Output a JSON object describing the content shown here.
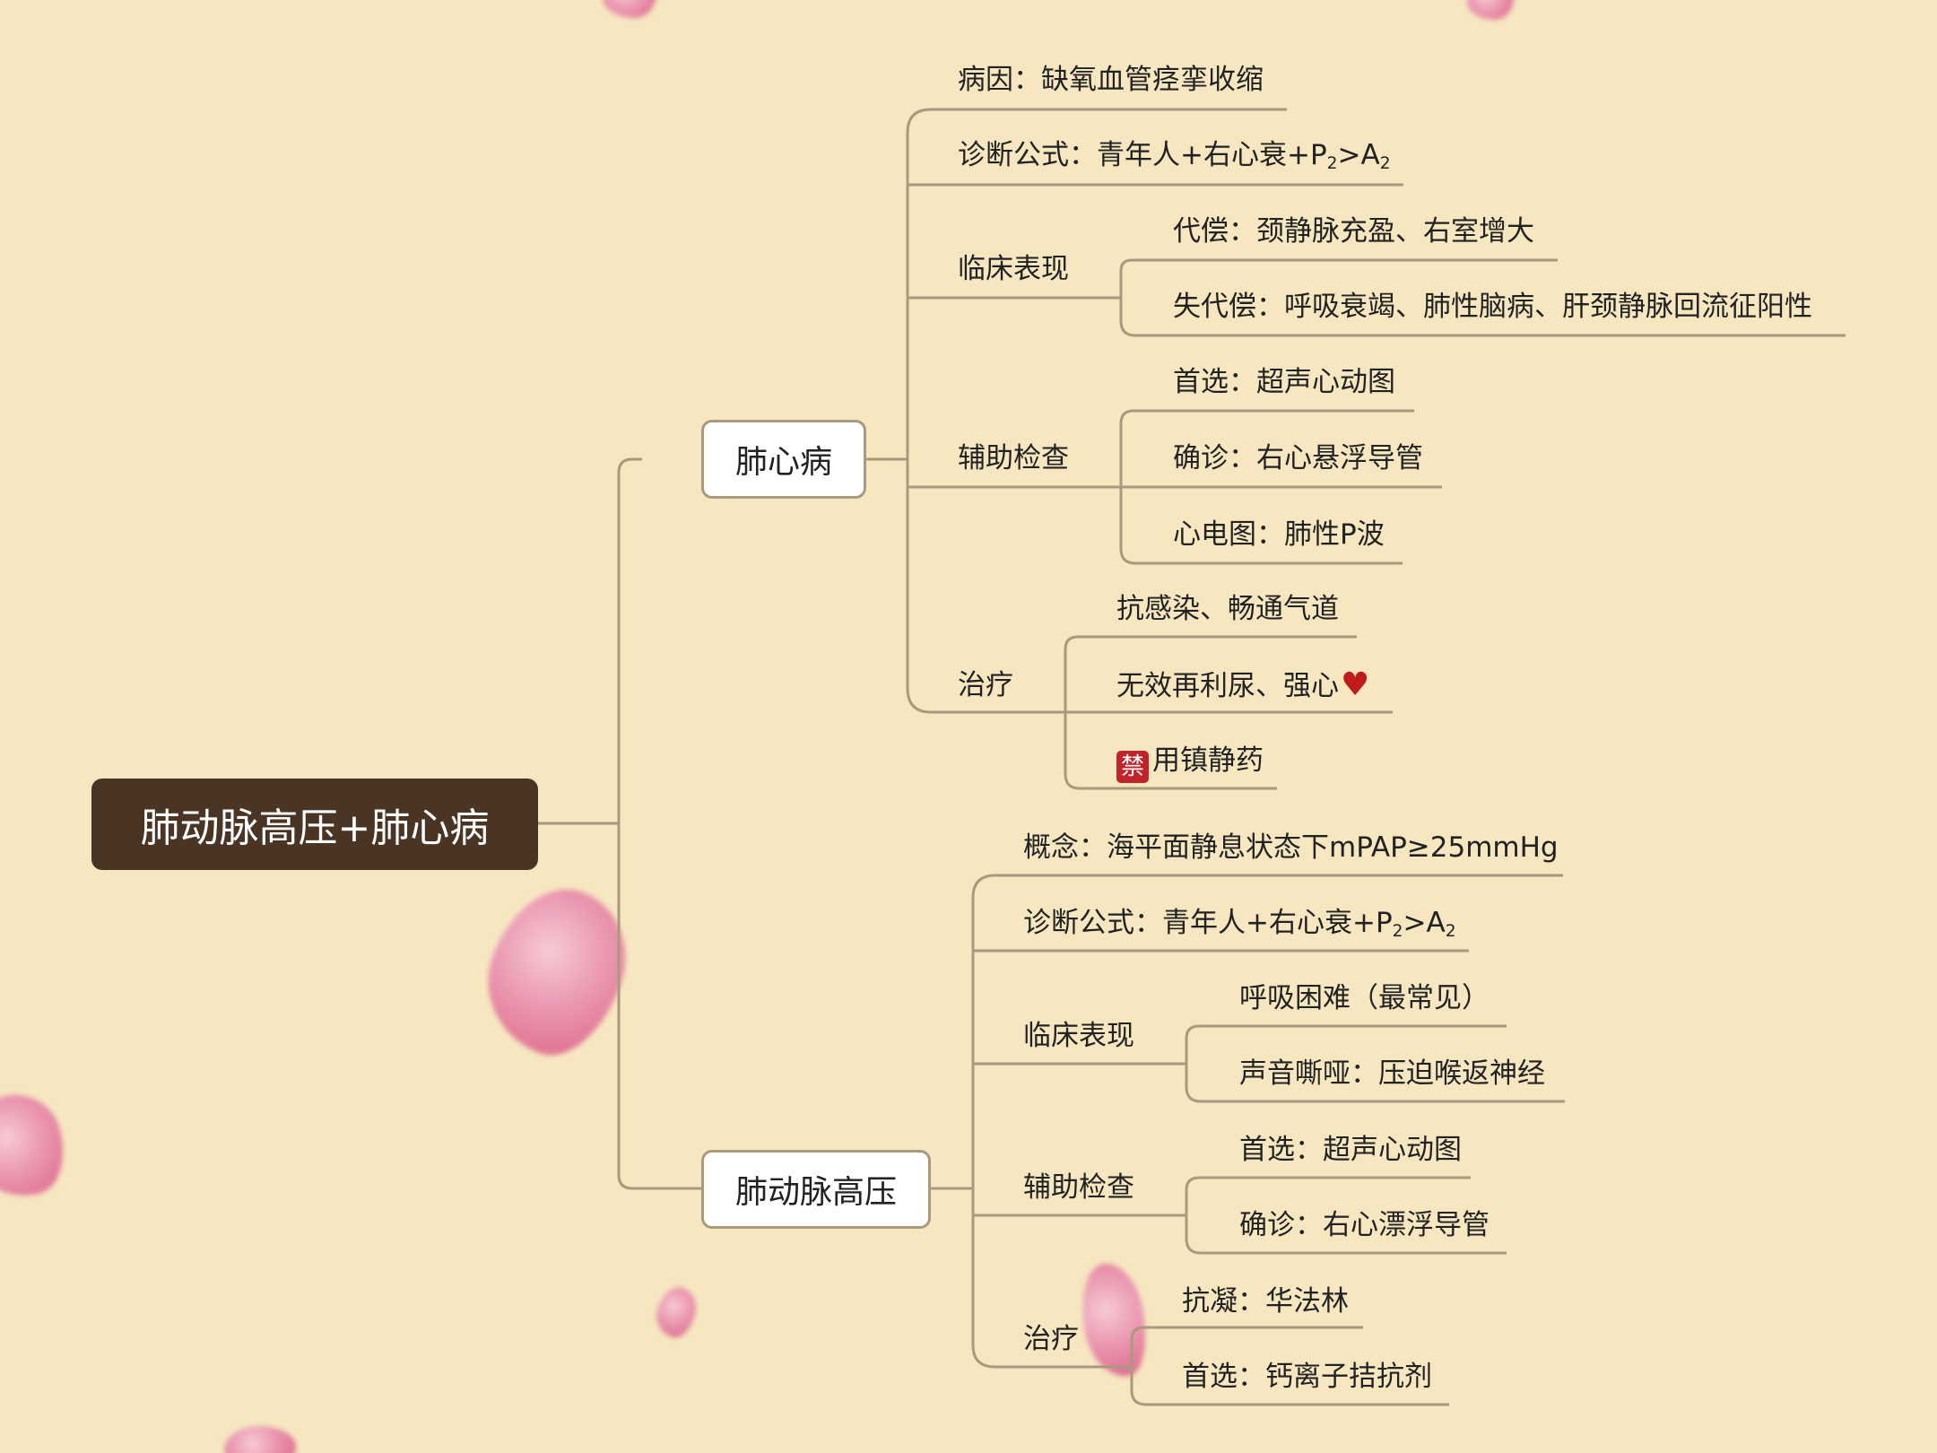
{
  "colors": {
    "background": "#f6e7c1",
    "root_fill": "#4a3424",
    "connector": "#a99a7e",
    "accent_red": "#c0242a"
  },
  "mindmap": {
    "root": "肺动脉高压+肺心病",
    "feixinbing": {
      "title": "肺心病",
      "bingyin": "病因：缺氧血管痉挛收缩",
      "zhenduan": "诊断公式：青年人+右心衰+P",
      "zhenduan_sub1": "2",
      "zhenduan_gt": ">A",
      "zhenduan_sub2": "2",
      "linchuang": "临床表现",
      "daichang": "代偿：颈静脉充盈、右室增大",
      "shidaichang": "失代偿：呼吸衰竭、肺性脑病、肝颈静脉回流征阳性",
      "fuzhu": "辅助检查",
      "shouxuan": "首选：超声心动图",
      "quezhen": "确诊：右心悬浮导管",
      "xindiantu": "心电图：肺性P波",
      "zhiliao": "治疗",
      "kangganran": "抗感染、畅通气道",
      "wuxiao": "无效再利尿、强心",
      "jin_icon": "禁",
      "zhenjing": "用镇静药"
    },
    "feidongmai": {
      "title": "肺动脉高压",
      "gainian": "概念：海平面静息状态下mPAP≥25mmHg",
      "zhenduan": "诊断公式：青年人+右心衰+P",
      "zhenduan_sub1": "2",
      "zhenduan_gt": ">A",
      "zhenduan_sub2": "2",
      "linchuang": "临床表现",
      "huxi": "呼吸困难（最常见）",
      "shengyin": "声音嘶哑：压迫喉返神经",
      "fuzhu": "辅助检查",
      "shouxuan": "首选：超声心动图",
      "quezhen": "确诊：右心漂浮导管",
      "zhiliao": "治疗",
      "kangning": "抗凝：华法林",
      "shouxuan2": "首选：钙离子拮抗剂"
    }
  }
}
